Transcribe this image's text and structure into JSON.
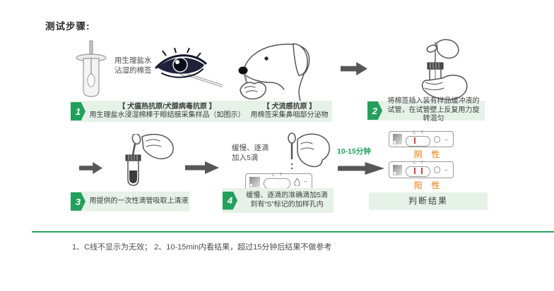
{
  "page": {
    "title": "测试步骤:"
  },
  "colors": {
    "accent_green": "#22a05c",
    "banner_bg": "#e6f1e7",
    "arrow_gray": "#575757",
    "label_orange": "#f09f4e",
    "line_red": "#d84040"
  },
  "top_row": {
    "swab_note_line1": "用生理盐水",
    "swab_note_line2": "沾湿的棉签"
  },
  "steps": [
    {
      "num": "1",
      "title_a": "【 犬瘟热抗原/犬腺病毒抗原 】",
      "desc_a": "用生理盐水浸湿棉棒于眼结膜采集样品（如图示）",
      "title_b": "【 犬流感抗原 】",
      "desc_b": "用棉签采集鼻咽部分泌物"
    },
    {
      "num": "2",
      "desc": "将棉签插入装有样品缓冲液的试管，在试管壁上反复用力旋转混匀"
    },
    {
      "num": "3",
      "desc": "用提供的一次性滴管吸取上清液"
    },
    {
      "num": "4",
      "desc_line1": "缓慢、逐滴的准确滴加5滴",
      "desc_line2": "到有“S”标记的加样孔内"
    }
  ],
  "bottom_row": {
    "drip_note_line1": "缓慢、逐滴",
    "drip_note_line2": "加入5滴",
    "time_label": "10-15分钟",
    "negative_label": "阴 性",
    "positive_label": "阳 性",
    "result_title": "判断结果"
  },
  "cassette": {
    "c": "C",
    "t": "T"
  },
  "icons": {
    "well_arrow": "←",
    "drop_dash": "–"
  },
  "footer": {
    "note": "1、C线不显示为无效；  2、10-15min内看结果，超过15分钟后结果不做参考"
  }
}
